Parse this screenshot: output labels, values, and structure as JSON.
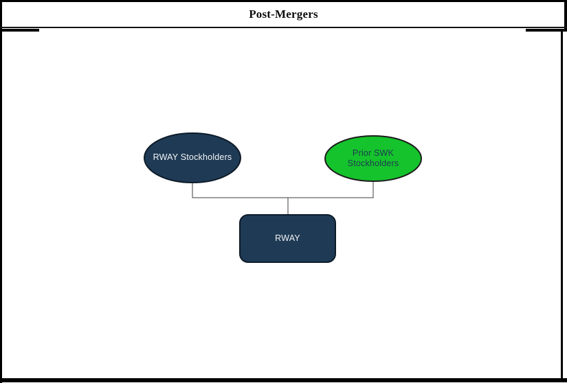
{
  "header": {
    "title": "Post-Mergers"
  },
  "diagram": {
    "type": "org-structure",
    "nodes": [
      {
        "id": "rway-stockholders",
        "label": "RWAY Stockholders",
        "shape": "ellipse",
        "fill": "#1f3a54",
        "border": "#0d1b29",
        "text_color": "#f2f5f8"
      },
      {
        "id": "prior-swk-stockholders",
        "label": "Prior SWK Stockholders",
        "shape": "ellipse",
        "fill": "#15c32c",
        "border": "#1c1c1c",
        "text_color": "#1e3a52"
      },
      {
        "id": "rway",
        "label": "RWAY",
        "shape": "rounded-rectangle",
        "fill": "#1f3a54",
        "border": "#0d1b29",
        "text_color": "#f2f5f8"
      }
    ],
    "edges": [
      {
        "from": "rway-stockholders",
        "to": "rway"
      },
      {
        "from": "prior-swk-stockholders",
        "to": "rway"
      }
    ],
    "connector_color": "#3d3d3d"
  }
}
